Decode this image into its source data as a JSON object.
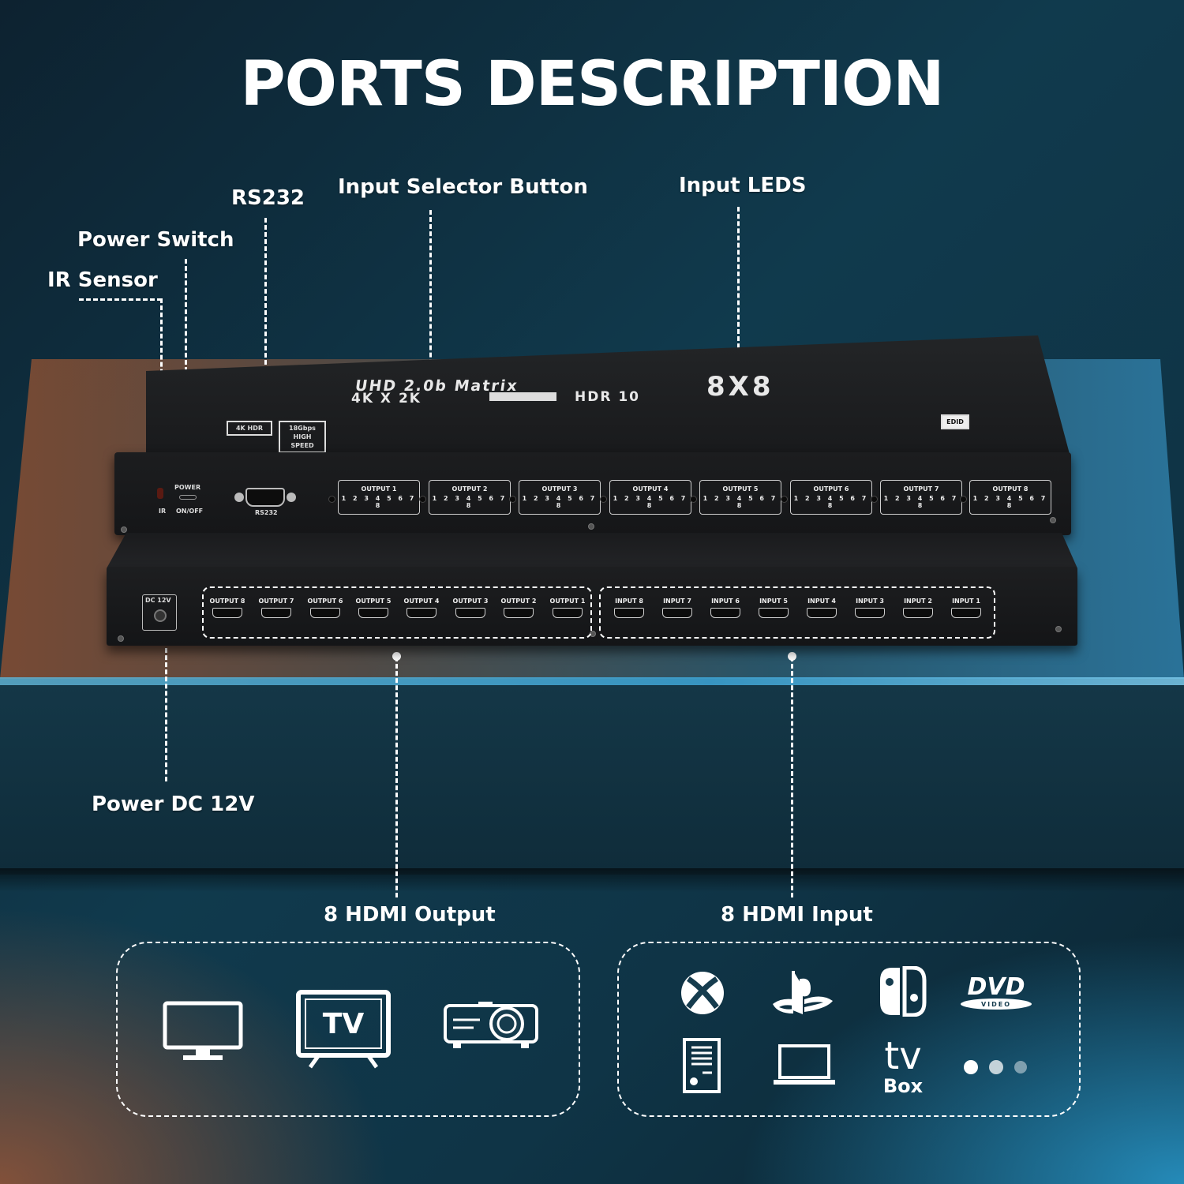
{
  "title": "PORTS DESCRIPTION",
  "callouts": {
    "ir_sensor": "IR Sensor",
    "power_switch": "Power Switch",
    "rs232": "RS232",
    "input_selector": "Input Selector Button",
    "input_leds": "Input LEDS",
    "power_dc": "Power DC 12V",
    "hdmi_output": "8 HDMI Output",
    "hdmi_input": "8 HDMI Input"
  },
  "device": {
    "brand_line1": "UHD 2.0b Matrix",
    "brand_line2": "4K X 2K",
    "brand_hdr": "HDR 10",
    "brand_size": "8X8",
    "badge_4k": "4K HDR",
    "badge_speed": "18Gbps HIGH SPEED",
    "badge_edid": "EDID",
    "ir_label": "IR",
    "power_label": "POWER",
    "onoff_label": "ON/OFF",
    "rs232_label": "RS232",
    "led_numbers": "1 2 3 4 5 6 7 8",
    "front_outputs": [
      "OUTPUT 1",
      "OUTPUT 2",
      "OUTPUT 3",
      "OUTPUT 4",
      "OUTPUT 5",
      "OUTPUT 6",
      "OUTPUT 7",
      "OUTPUT 8"
    ],
    "dc_label": "DC 12V",
    "rear_outputs": [
      "OUTPUT 8",
      "OUTPUT 7",
      "OUTPUT 6",
      "OUTPUT 5",
      "OUTPUT 4",
      "OUTPUT 3",
      "OUTPUT 2",
      "OUTPUT 1"
    ],
    "rear_inputs": [
      "INPUT 8",
      "INPUT 7",
      "INPUT 6",
      "INPUT 5",
      "INPUT 4",
      "INPUT 3",
      "INPUT 2",
      "INPUT 1"
    ]
  },
  "output_devices": {
    "icons": [
      "monitor-icon",
      "tv-icon",
      "projector-icon"
    ],
    "tv_text": "TV"
  },
  "input_devices": {
    "icons": [
      "xbox-icon",
      "playstation-icon",
      "switch-icon",
      "dvd-icon",
      "pc-tower-icon",
      "laptop-icon",
      "tv-box-icon",
      "more-dots-icon"
    ],
    "dvd_text": "DVD",
    "dvd_sub": "VIDEO",
    "tvbox_top": "tv",
    "tvbox_bottom": "Box"
  }
}
